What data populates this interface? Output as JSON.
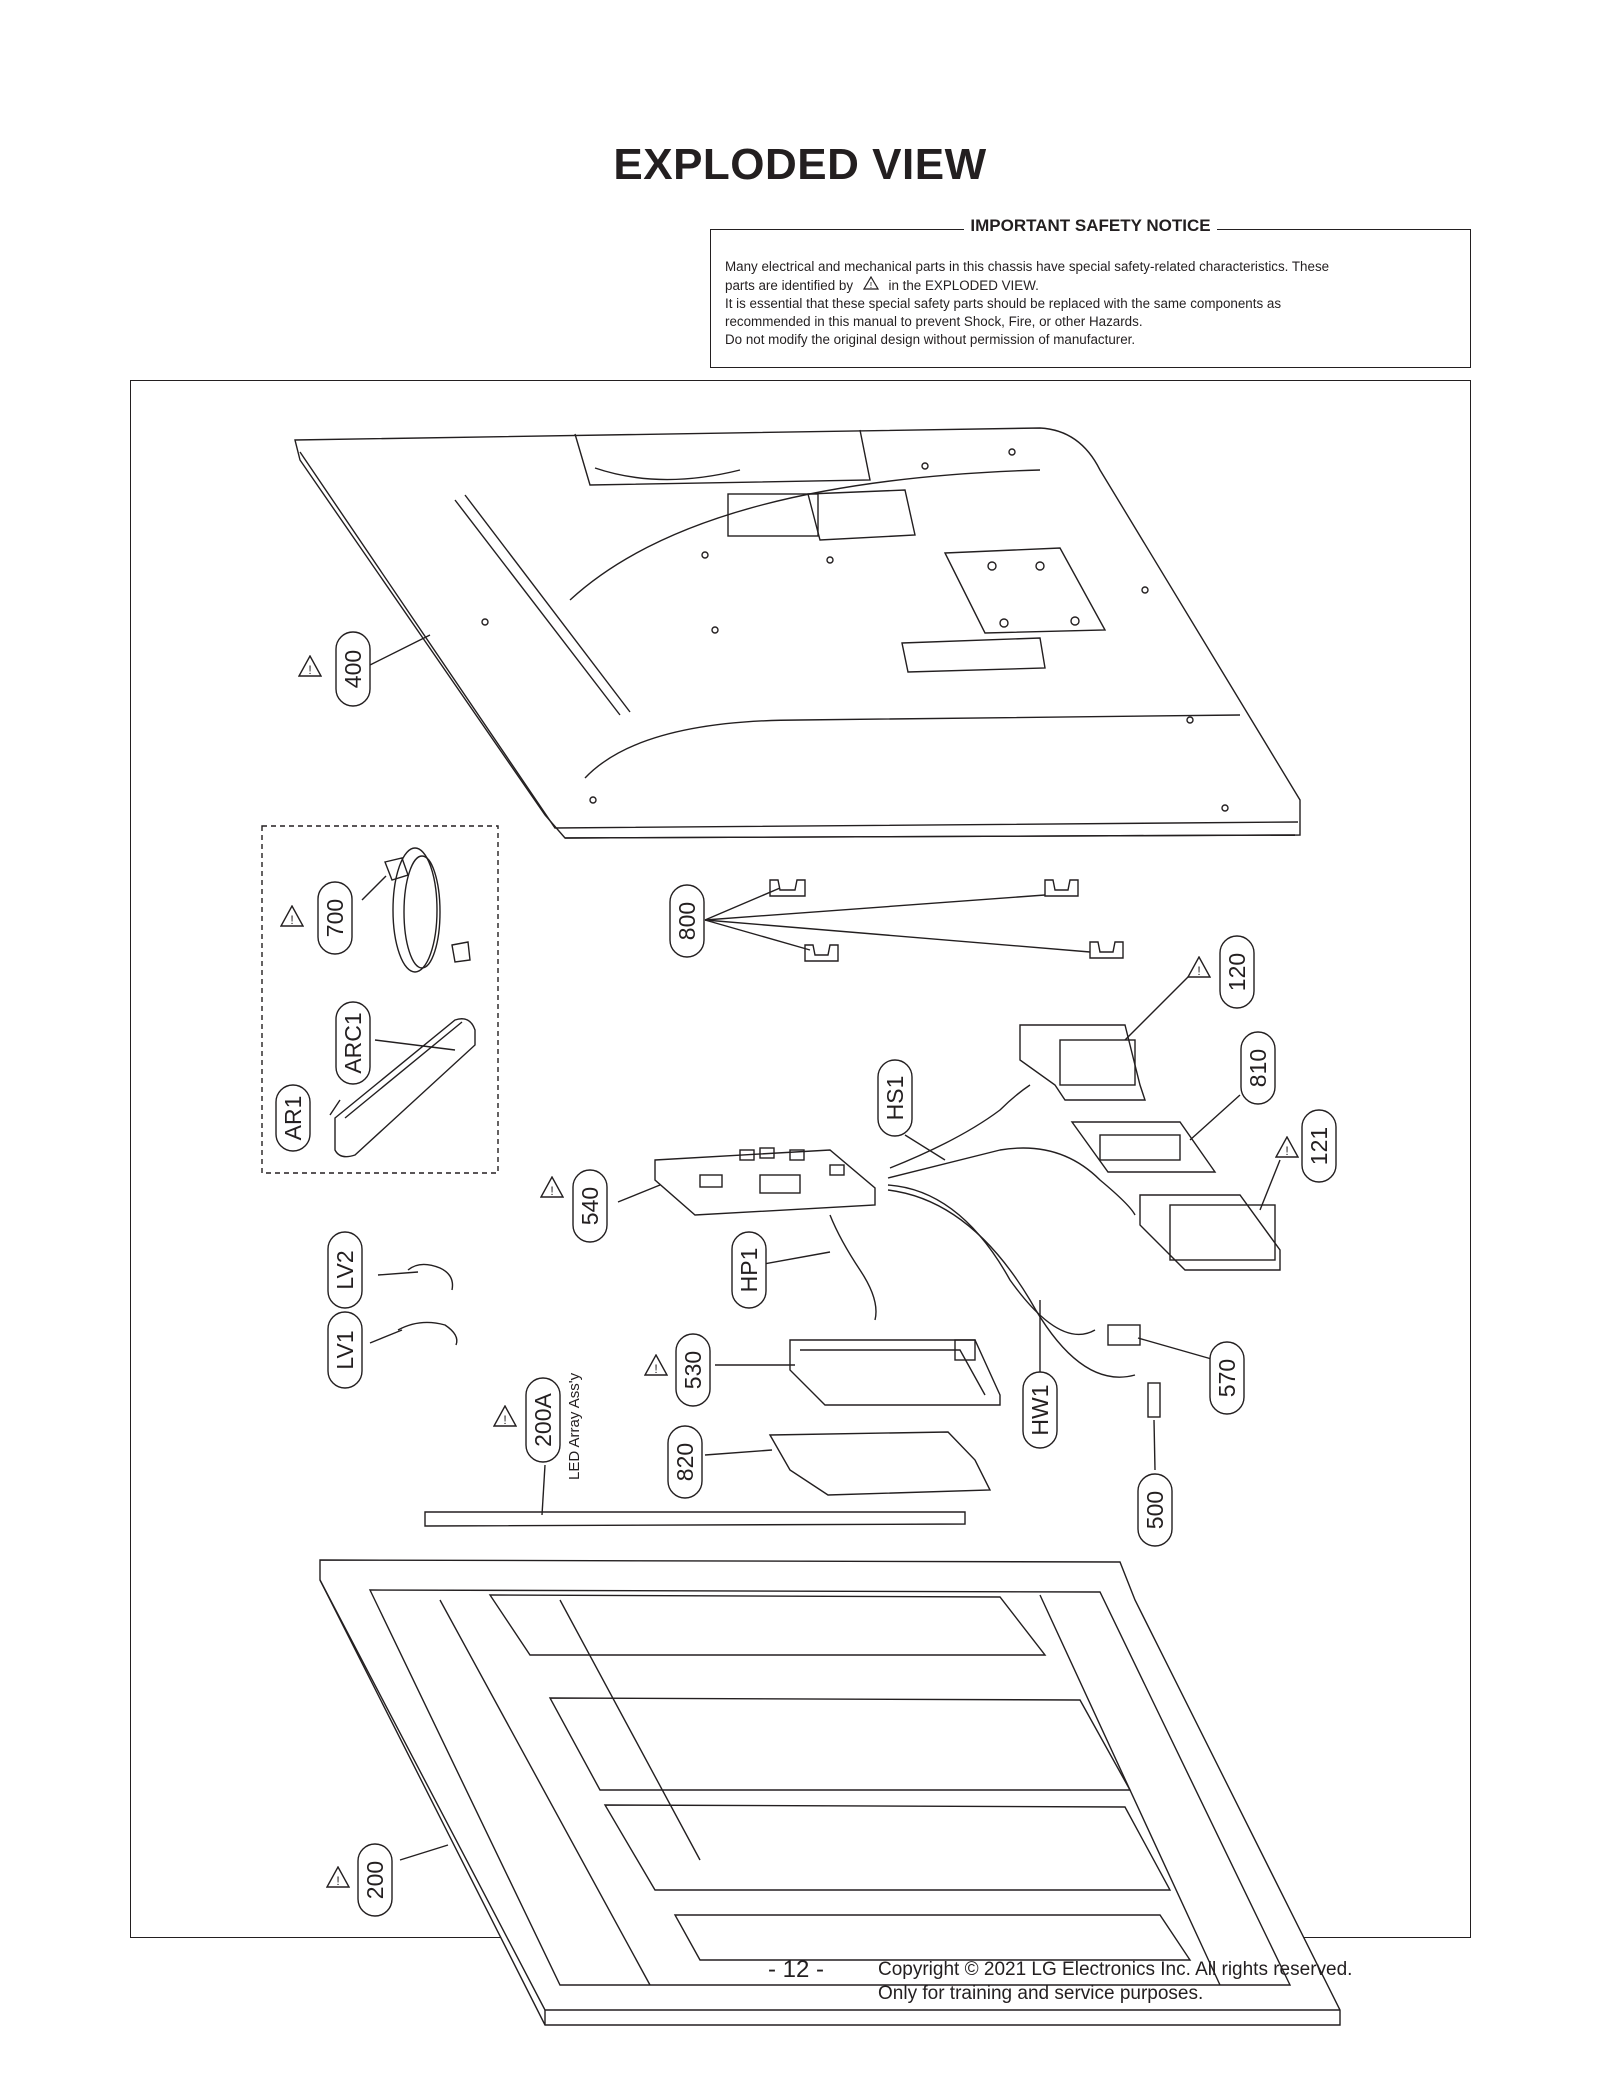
{
  "title": "EXPLODED VIEW",
  "notice": {
    "heading": "IMPORTANT SAFETY NOTICE",
    "line1": "Many electrical and mechanical parts in this chassis have special safety-related characteristics. These",
    "line2a": "parts are identified by",
    "line2b": "in the EXPLODED VIEW.",
    "line3": "It is essential that these special safety parts should be replaced with the same components as",
    "line4": "recommended in this manual to prevent Shock, Fire, or other Hazards.",
    "line5": "Do not modify the original design without permission of manufacturer.",
    "safety_symbol": "warning-triangle-icon"
  },
  "parts": {
    "p400": "400",
    "p700": "700",
    "arc1": "ARC1",
    "ar1": "AR1",
    "p800": "800",
    "p120": "120",
    "p810": "810",
    "hs1": "HS1",
    "p121": "121",
    "p540": "540",
    "lv2": "LV2",
    "hp1": "HP1",
    "lv1": "LV1",
    "p530": "530",
    "p570": "570",
    "hw1": "HW1",
    "p200a": "200A",
    "led_note": "LED Array Ass'y",
    "p820": "820",
    "p500": "500",
    "p200": "200"
  },
  "footer": {
    "page": "- 12 -",
    "copyright": "Copyright © 2021 LG Electronics Inc. All rights reserved.",
    "note": "Only for training and service purposes."
  }
}
